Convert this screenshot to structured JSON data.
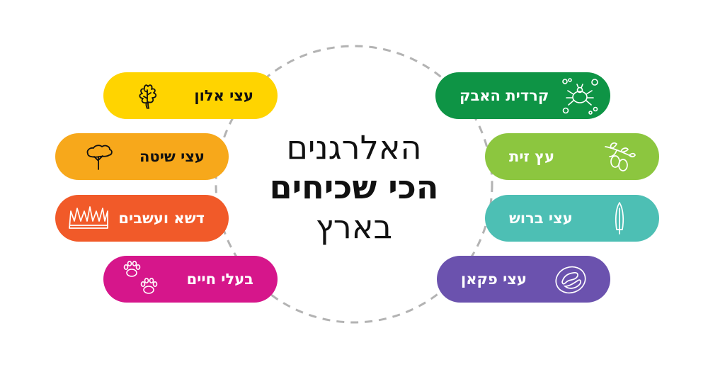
{
  "title": {
    "line1": "האלרגנים",
    "line2": "הכי שכיחים",
    "line3": "בארץ"
  },
  "items": {
    "oak": {
      "label": "עצי אלון",
      "color": "#FFD400",
      "text_color": "#111111",
      "icon": "oak-leaf-icon"
    },
    "acacia": {
      "label": "עצי שיטה",
      "color": "#F7A81B",
      "text_color": "#111111",
      "icon": "acacia-tree-icon"
    },
    "grass": {
      "label": "דשא ועשבים",
      "color": "#F15A29",
      "text_color": "#ffffff",
      "icon": "grass-icon"
    },
    "animals": {
      "label": "בעלי חיים",
      "color": "#D6168B",
      "text_color": "#ffffff",
      "icon": "paw-prints-icon"
    },
    "dustmite": {
      "label": "קרדית האבק",
      "color": "#0E9445",
      "text_color": "#ffffff",
      "icon": "dust-mite-icon"
    },
    "olive": {
      "label": "עץ זית",
      "color": "#8CC63F",
      "text_color": "#ffffff",
      "icon": "olive-branch-icon"
    },
    "cypress": {
      "label": "עצי ברוש",
      "color": "#4DBFB4",
      "text_color": "#ffffff",
      "icon": "cypress-tree-icon"
    },
    "pecan": {
      "label": "עצי פקאן",
      "color": "#6B52AE",
      "text_color": "#ffffff",
      "icon": "pecan-nut-icon"
    }
  },
  "ring_color": "#B3B3B3"
}
